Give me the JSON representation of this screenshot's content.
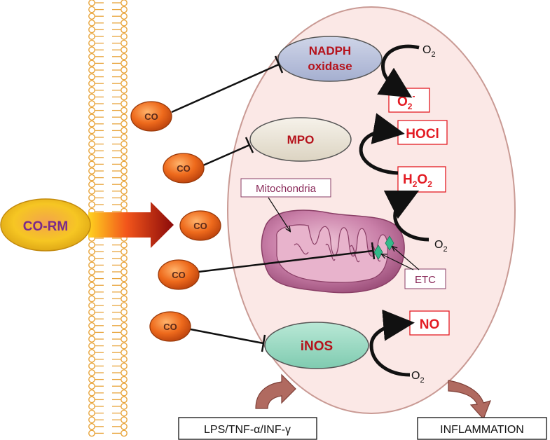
{
  "co_label": "CO",
  "co_rm_label": "CO-RM",
  "enzymes": {
    "nadph_line1": "NADPH",
    "nadph_line2": "oxidase",
    "mpo": "MPO",
    "inos": "iNOS"
  },
  "products": {
    "superoxide_base": "O",
    "superoxide_sub": "2",
    "superoxide_sup": "-",
    "hocl": "HOCl",
    "h2o2_h": "H",
    "h2o2_sub1": "2",
    "h2o2_o": "O",
    "h2o2_sub2": "2",
    "no": "NO"
  },
  "oxygen": {
    "base": "O",
    "sub": "2"
  },
  "labels": {
    "mitochondria": "Mitochondria",
    "etc": "ETC",
    "stimuli_pre": "LPS/TNF-",
    "alpha": "α",
    "stimuli_mid": "/INF-",
    "gamma": "γ",
    "inflammation": "INFLAMMATION"
  },
  "colors": {
    "membrane": "#e8a53c",
    "cell_fill": "#fbe8e6",
    "cell_stroke": "#c99a94",
    "enzyme_text": "#b5121b",
    "product_text": "#e31b23",
    "nadph_fill": "#b9c1db",
    "mpo_fill": "#ece6d8",
    "inos_fill": "#9fd9c4",
    "co_orange": "#e8641a",
    "co_rm_yellow": "#f6c623",
    "co_rm_text": "#7a2a8a",
    "mito_fill": "#c97fa8",
    "etc_green": "#33b98a",
    "curve_brown": "#a9665c"
  }
}
